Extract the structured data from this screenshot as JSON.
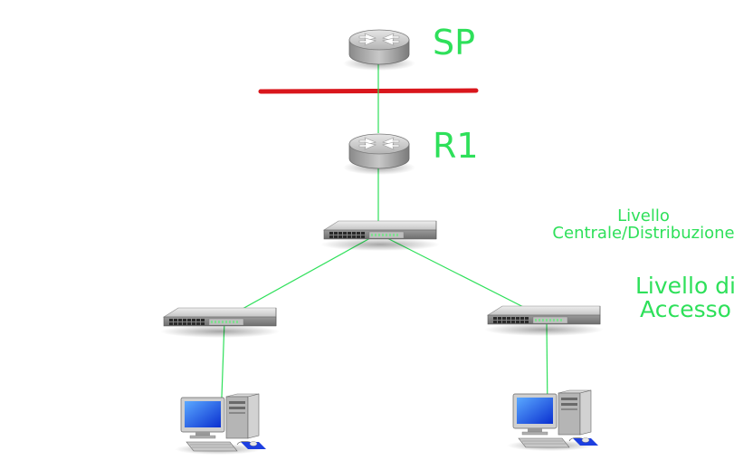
{
  "colors": {
    "link": "#2ee05a",
    "isp_line": "#d9161c",
    "label": "#2ee05a"
  },
  "labels": {
    "sp": "SP",
    "r1": "R1",
    "core_line1": "Livello",
    "core_line2": "Centrale/Distribuzione",
    "access_line1": "Livello di",
    "access_line2": "Accesso"
  },
  "icons": {
    "router": "router-icon",
    "switch": "switch-icon",
    "workstation": "desktop-computer-icon"
  }
}
